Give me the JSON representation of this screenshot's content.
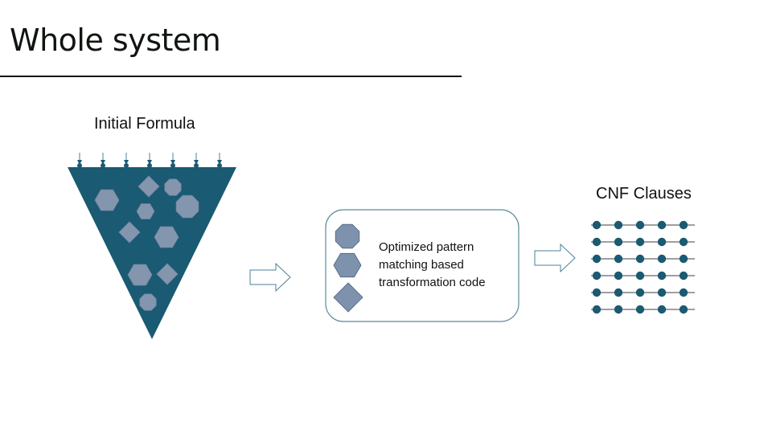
{
  "slide": {
    "title": "Whole system"
  },
  "diagram": {
    "input": {
      "label": "Initial Formula",
      "funnel_color": "#1a5a72",
      "shape_color": "#8496ae",
      "input_arrow_count": 7,
      "shapes": [
        "hexagon",
        "diamond",
        "octagon",
        "octagon",
        "hexagon",
        "diamond",
        "hexagon",
        "hexagon",
        "diamond",
        "octagon"
      ]
    },
    "process": {
      "text_lines": [
        "Optimized pattern",
        "matching based",
        "transformation code"
      ],
      "icons": [
        "octagon",
        "hexagon",
        "diamond"
      ],
      "border_color": "#5a8a9c",
      "icon_color": "#7e92ad"
    },
    "output": {
      "label": "CNF Clauses",
      "rows": 6,
      "dots_per_row": 5,
      "dot_color": "#1a5a72",
      "line_color": "#666666"
    },
    "arrows": [
      {
        "name": "arrow-input-to-process"
      },
      {
        "name": "arrow-process-to-output"
      }
    ]
  }
}
